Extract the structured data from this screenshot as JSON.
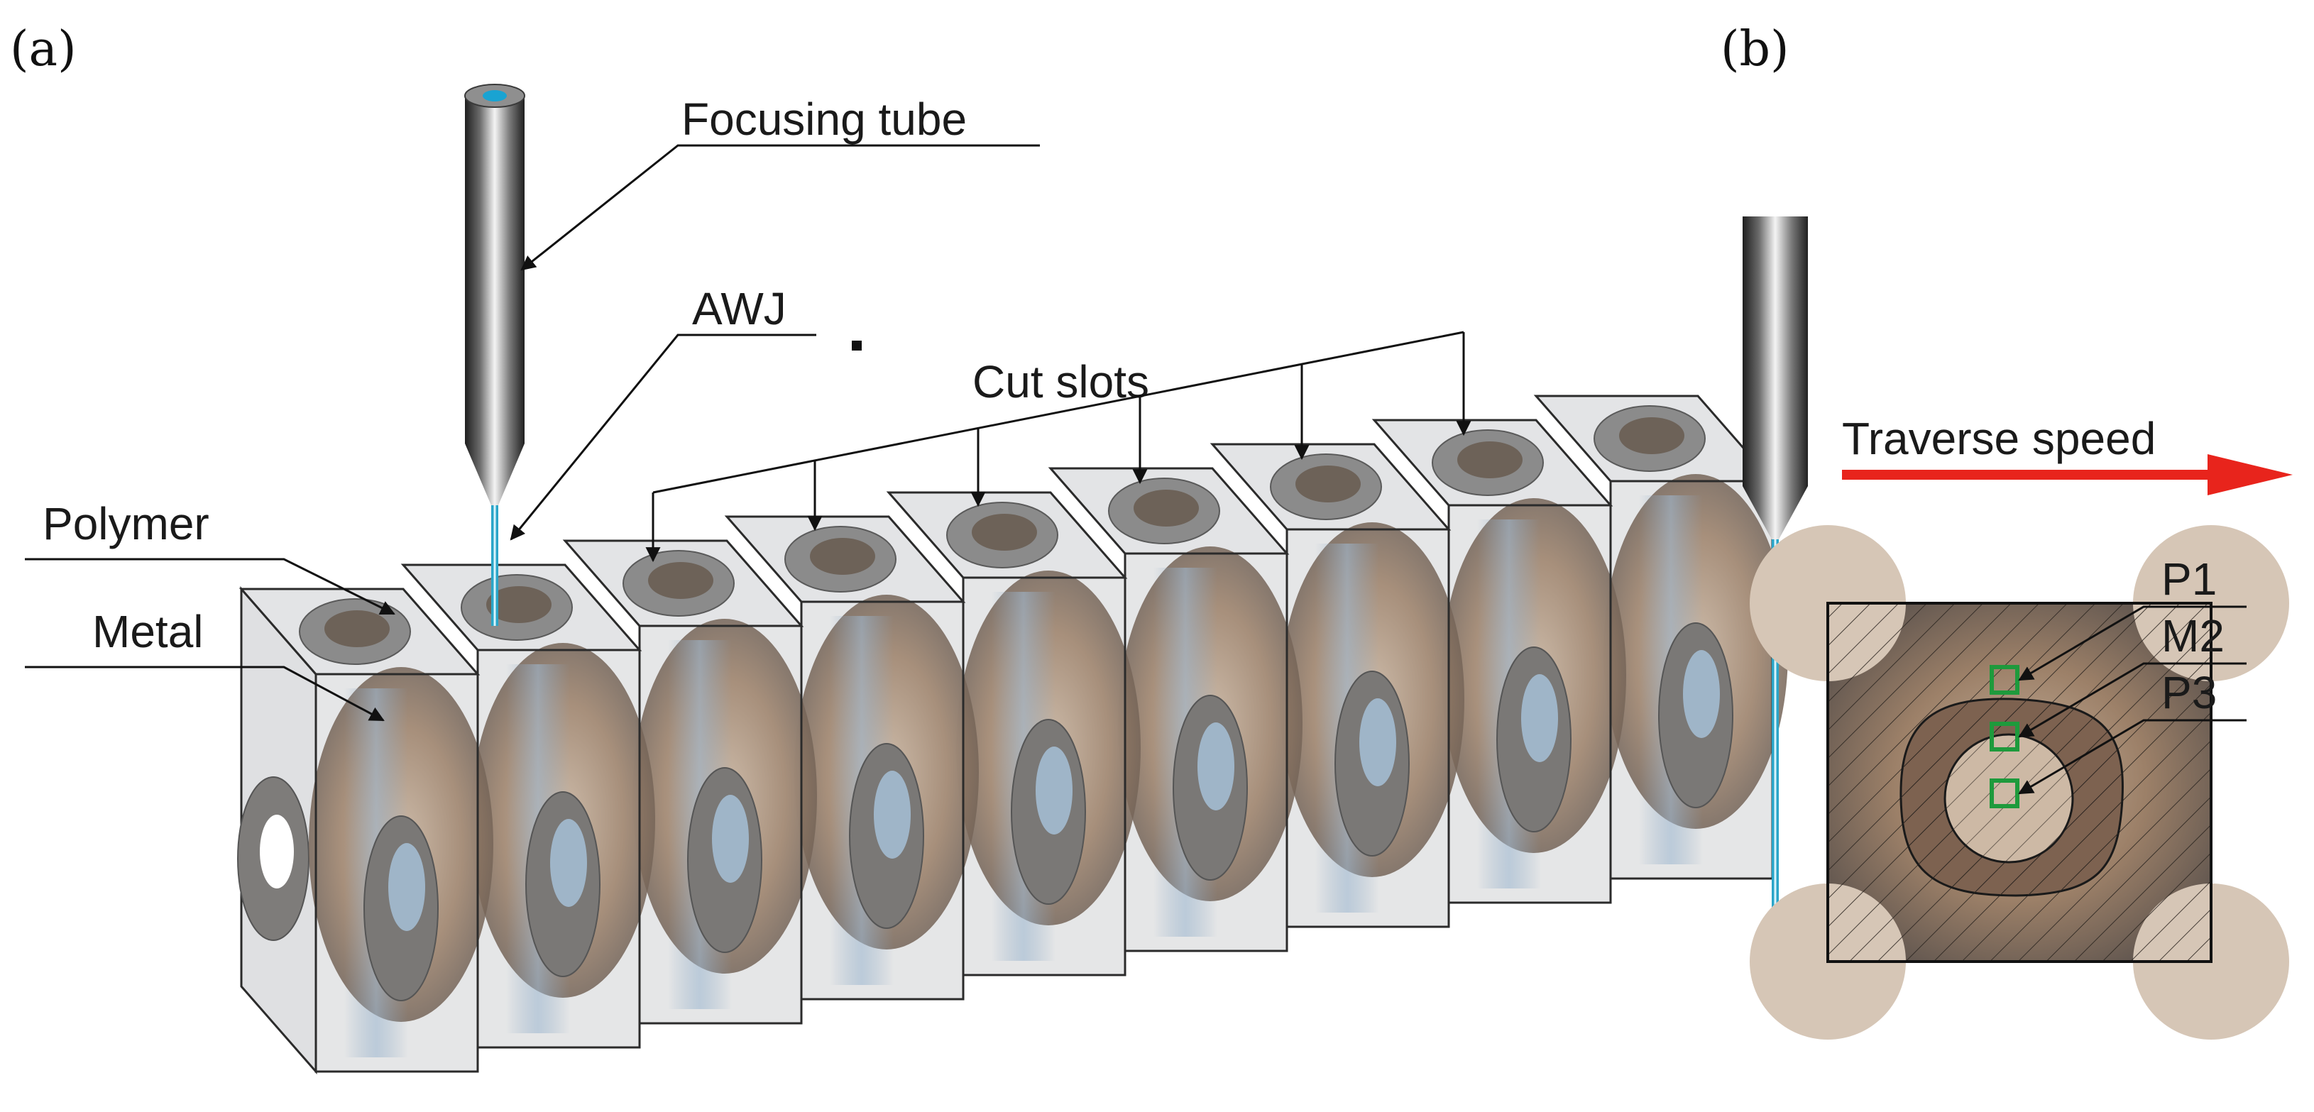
{
  "panels": {
    "a": "(a)",
    "b": "(b)"
  },
  "labels": {
    "focusing_tube": "Focusing tube",
    "awj": "AWJ",
    "cut_slots": "Cut slots",
    "polymer": "Polymer",
    "metal": "Metal",
    "traverse_speed": "Traverse speed",
    "p1": "P1",
    "m2": "M2",
    "p3": "P3"
  },
  "colors": {
    "jet": "#2aa5c8",
    "arrow": "#e8241c",
    "marker": "#1e9a3c",
    "metal": "#8a7360",
    "polymer": "#e3e4e6"
  }
}
